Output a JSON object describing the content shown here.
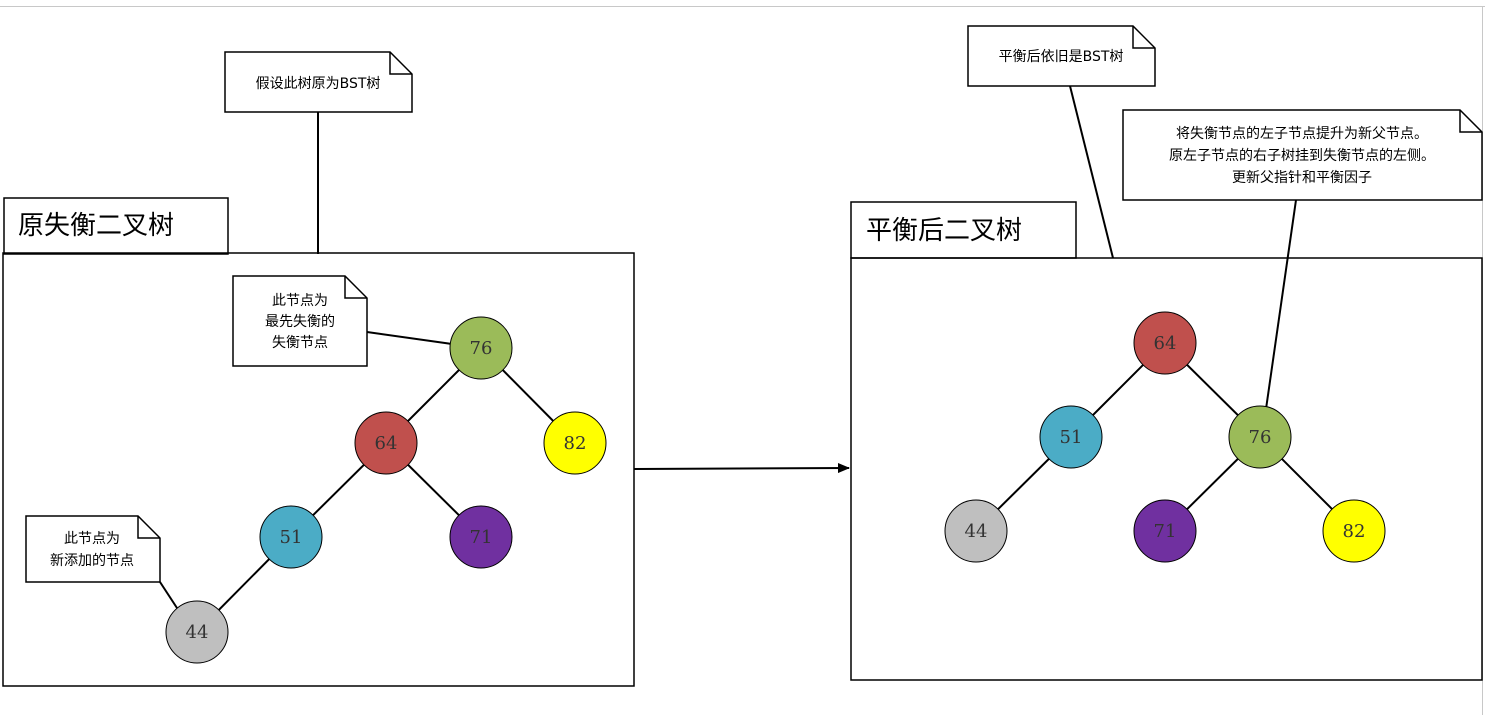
{
  "left_frame": {
    "title": "原失衡二叉树"
  },
  "right_frame": {
    "title": "平衡后二叉树"
  },
  "notes": {
    "assume_bst": "假设此树原为BST树",
    "still_bst": "平衡后依旧是BST树",
    "first_unbalanced": [
      "此节点为",
      "最先失衡的",
      "失衡节点"
    ],
    "newly_added": [
      "此节点为",
      "新添加的节点"
    ],
    "rotation_explain": [
      "将失衡节点的左子节点提升为新父节点。",
      "原左子节点的右子树挂到失衡节点的左侧。",
      "更新父指针和平衡因子"
    ]
  },
  "colors": {
    "n76": "#9bbb59",
    "n64": "#c0504d",
    "n82": "#ffff00",
    "n51": "#4bacc6",
    "n71": "#7030a0",
    "n44": "#bfbfbf"
  },
  "left_tree": {
    "nodes": [
      {
        "id": "n76",
        "label": "76"
      },
      {
        "id": "n64",
        "label": "64"
      },
      {
        "id": "n82",
        "label": "82"
      },
      {
        "id": "n51",
        "label": "51"
      },
      {
        "id": "n71",
        "label": "71"
      },
      {
        "id": "n44",
        "label": "44"
      }
    ]
  },
  "right_tree": {
    "nodes": [
      {
        "id": "n64",
        "label": "64"
      },
      {
        "id": "n51",
        "label": "51"
      },
      {
        "id": "n76",
        "label": "76"
      },
      {
        "id": "n44",
        "label": "44"
      },
      {
        "id": "n71",
        "label": "71"
      },
      {
        "id": "n82",
        "label": "82"
      }
    ]
  }
}
